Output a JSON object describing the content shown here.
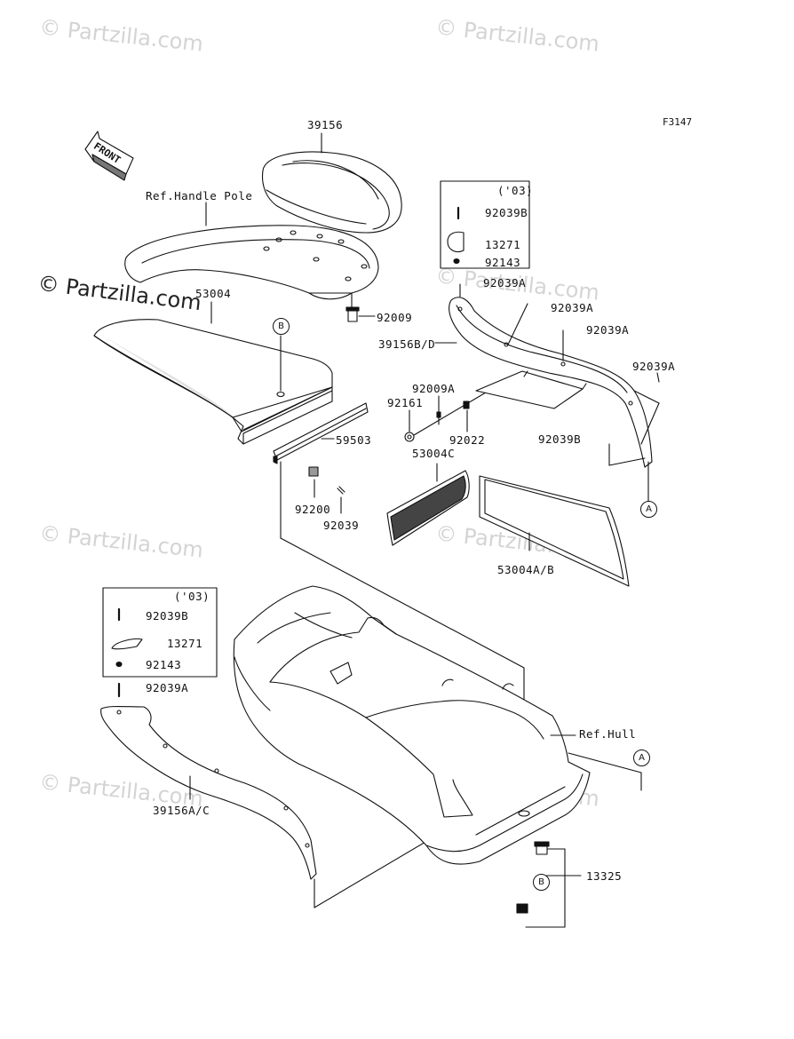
{
  "watermarks": {
    "main": "© Partzilla.com",
    "faded": "© Partzilla.com"
  },
  "figure_code": "F3147",
  "front_arrow": "FRONT",
  "callouts": {
    "a": "A",
    "b": "B"
  },
  "labels": {
    "p39156": "39156",
    "ref_handle_pole": "Ref.Handle Pole",
    "p53004": "53004",
    "p92009": "92009",
    "p59503": "59503",
    "p92200": "92200",
    "p92039": "92039",
    "p53004c": "53004C",
    "p92161": "92161",
    "p92009a": "92009A",
    "p92022": "92022",
    "p53004ab": "53004A/B",
    "p39156bd": "39156B/D",
    "p92039a_1": "92039A",
    "p92039a_2": "92039A",
    "p92039a_3": "92039A",
    "p92039a_4": "92039A",
    "p92039b_right": "92039B",
    "box_right_year": "('03)",
    "box_right_92039b": "92039B",
    "box_right_13271": "13271",
    "box_right_92143": "92143",
    "box_left_year": "('03)",
    "box_left_92039b": "92039B",
    "box_left_13271": "13271",
    "box_left_92143": "92143",
    "p92039a_left": "92039A",
    "p39156ac": "39156A/C",
    "ref_hull": "Ref.Hull",
    "p13325": "13325"
  }
}
